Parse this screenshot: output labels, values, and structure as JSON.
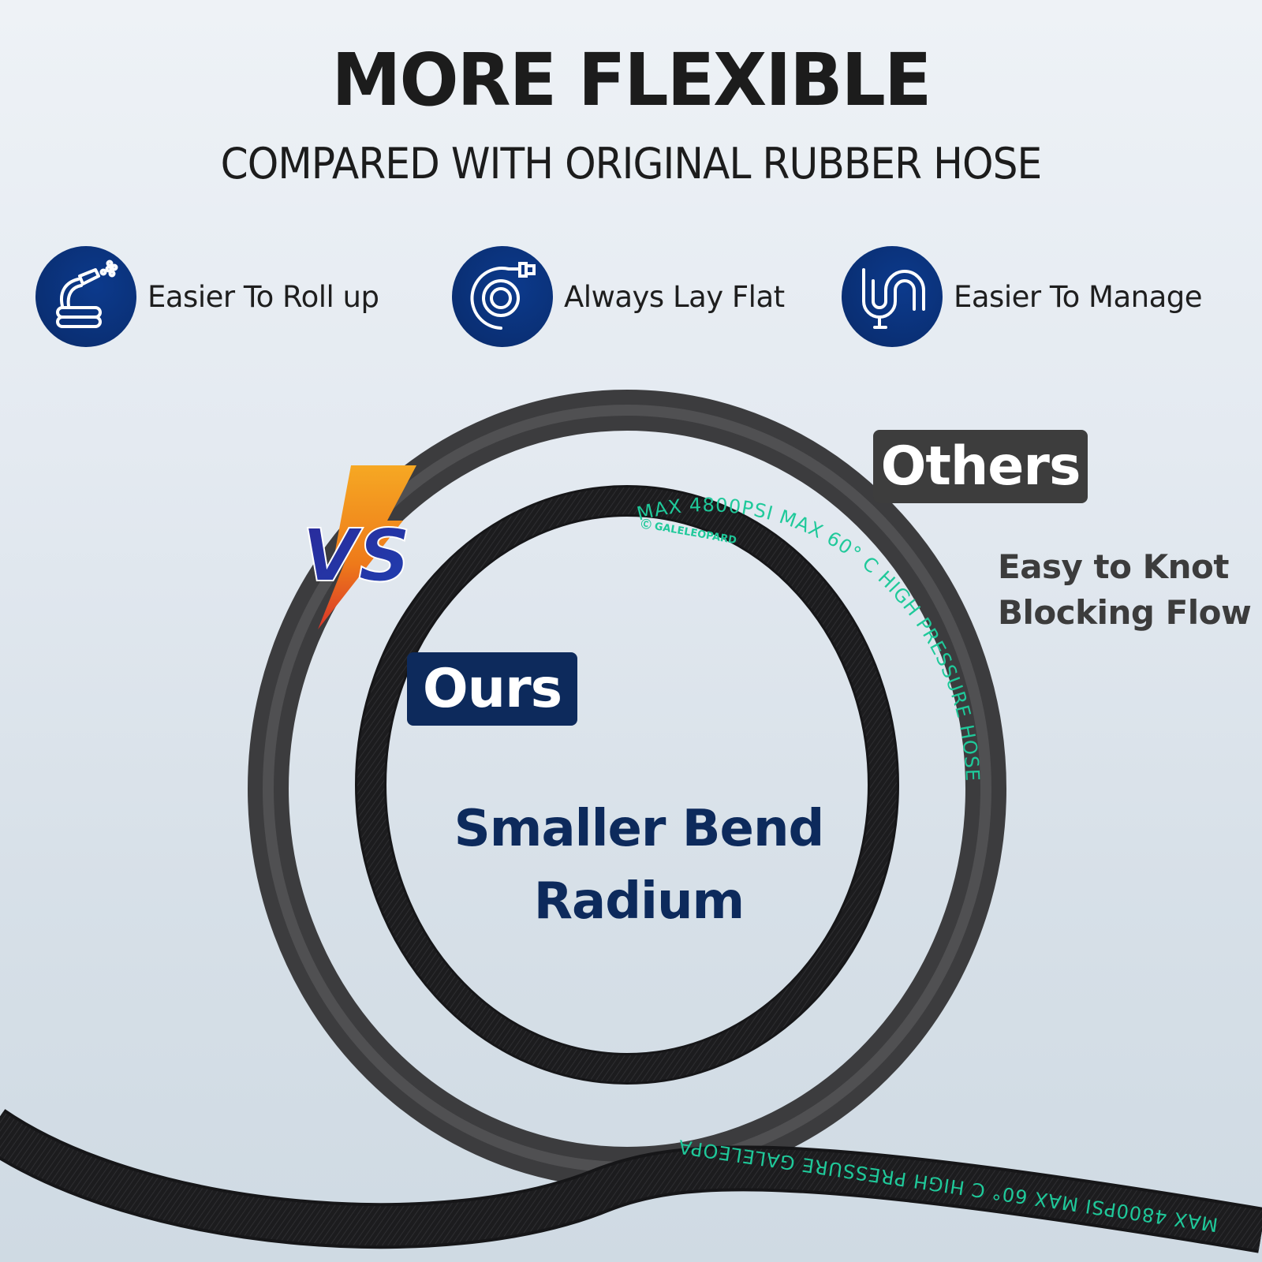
{
  "header": {
    "title": "MORE FLEXIBLE",
    "subtitle": "COMPARED WITH ORIGINAL RUBBER HOSE"
  },
  "features": [
    {
      "icon": "hose-spray-icon",
      "label": "Easier To Roll up"
    },
    {
      "icon": "hose-reel-icon",
      "label": "Always Lay Flat"
    },
    {
      "icon": "coiled-hose-icon",
      "label": "Easier To Manage"
    }
  ],
  "comparison": {
    "vs_label": "VS",
    "others": {
      "tag": "Others",
      "desc_line1": "Easy to Knot",
      "desc_line2": "Blocking Flow"
    },
    "ours": {
      "tag": "Ours",
      "desc_line1": "Smaller Bend",
      "desc_line2": "Radium"
    }
  },
  "hose_print": {
    "brand": "GALELEOPARD",
    "arc_text": "MAX 4800PSI MAX 60° C HIGH PRESSURE HOSE",
    "tail_text": "MAX 4800PSI MAX 60° C HIGH PRESSURE",
    "tail_brand": "GALELEOPARD"
  },
  "colors": {
    "brand_navy": "#0d2a5c",
    "icon_blue": "#0a2f74",
    "others_gray": "#3d3d3d",
    "print_green": "#1fc99a",
    "vs_orange": "#f08a1c"
  }
}
